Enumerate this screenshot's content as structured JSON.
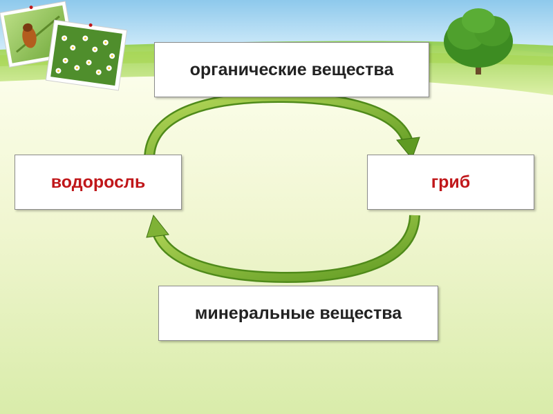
{
  "diagram": {
    "top_node": "органические вещества",
    "bottom_node": "минеральные вещества",
    "left_node": "водоросль",
    "right_node": "гриб"
  },
  "colors": {
    "node_text_highlight": "#c0171a",
    "node_text": "#222222",
    "arrow_green": "#8fc03a",
    "arrow_dark": "#4f8a1a"
  },
  "icons": [
    "photo-insect",
    "photo-flowers",
    "tree"
  ]
}
